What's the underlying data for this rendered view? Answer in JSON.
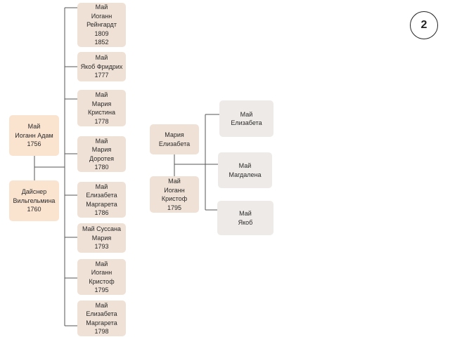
{
  "page_number": "2",
  "colors": {
    "parent_fill": "#fae3cf",
    "child_fill": "#efe1d5",
    "grandchild_fill": "#eeeae7",
    "line": "#555555"
  },
  "family_left": {
    "father": {
      "lines": [
        "Май",
        "Иоганн Адам",
        "1756"
      ]
    },
    "mother": {
      "lines": [
        "Дайснер",
        "Вильгельмина",
        "1760"
      ]
    },
    "children": [
      {
        "lines": [
          "Май",
          "Иоганн",
          "Рейнгардт",
          "1809",
          "1852"
        ]
      },
      {
        "lines": [
          "Май",
          "Якоб Фридрих",
          "1777"
        ]
      },
      {
        "lines": [
          "Май",
          "Мария",
          "Кристина",
          "1778"
        ]
      },
      {
        "lines": [
          "Май",
          "Мария",
          "Доротея",
          "1780"
        ]
      },
      {
        "lines": [
          "Май",
          "Елизабета",
          "Маргарета",
          "1786"
        ]
      },
      {
        "lines": [
          "Май Суссана",
          "Мария",
          "1793"
        ]
      },
      {
        "lines": [
          "Май",
          "Иоганн",
          "Кристоф",
          "1795"
        ]
      },
      {
        "lines": [
          "Май",
          "Елизабета",
          "Маргарета",
          "1798"
        ]
      }
    ]
  },
  "family_right": {
    "mother": {
      "lines": [
        "Мария",
        "Елизабета"
      ]
    },
    "father": {
      "lines": [
        "Май",
        "Иоганн",
        "Кристоф",
        "1795"
      ]
    },
    "children": [
      {
        "lines": [
          "Май",
          "Елизабета"
        ]
      },
      {
        "lines": [
          "Май",
          "Магдалена"
        ]
      },
      {
        "lines": [
          "Май",
          "Якоб"
        ]
      }
    ]
  }
}
